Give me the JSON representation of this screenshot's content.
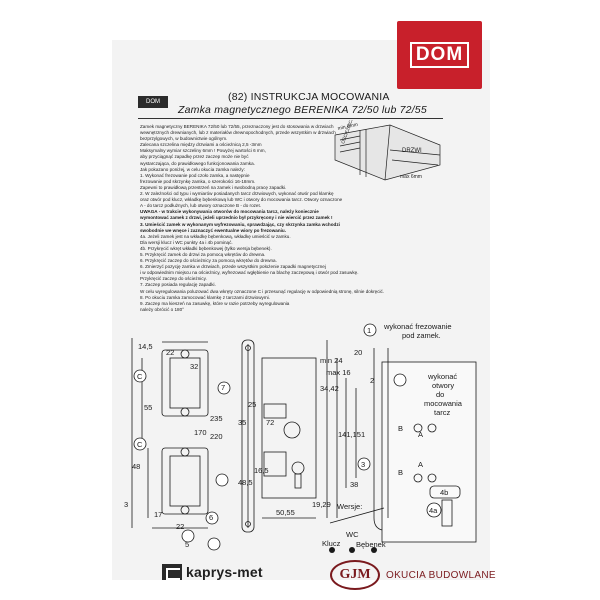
{
  "brand": {
    "logo_text": "DOM",
    "small_logo_text": "DOM"
  },
  "header": {
    "line1": "(82) INSTRUKCJA MOCOWANIA",
    "line2": "Zamka magnetycznego BERENIKA 72/50 lub 72/55"
  },
  "instructions": [
    {
      "text": "Zamek magnetyczny BERENIKA 72/50 lub 72/55, przeznaczony jest do stosowania w drzwiach",
      "bold": false
    },
    {
      "text": "wewnętrznych drewnianych, lub z materiałów drewnopochodnych, przede wszystkim w drzwiach",
      "bold": false
    },
    {
      "text": "bezprzylgowych, w budownictwie ogólnym.",
      "bold": false
    },
    {
      "text": "Zalecana szczelina między drzwiami a ościeżnicą 2,5 -3mm",
      "bold": false
    },
    {
      "text": "Maksymalny wymiar szczeliny 6mm ! Powyżej wartości 6 mm,",
      "bold": false
    },
    {
      "text": "aby przyciągnąć zapadkę przez zaczep może nie być",
      "bold": false
    },
    {
      "text": "wystarczająca, do prawidłowego funkcjonowania zamka.",
      "bold": false
    },
    {
      "text": "Jak pokazano poniżej, w celu okucia zamka należy:",
      "bold": false
    },
    {
      "text": "1. Wykonać frezowanie pod czoło zamka, a następnie",
      "bold": false
    },
    {
      "text": "frezowanie pod skrzynkę zamka, o szerokości 16-18mm.",
      "bold": false
    },
    {
      "text": "Zapewni to prawidłową przestrzeń na zamek i swobodną pracę zapadki.",
      "bold": false
    },
    {
      "text": "2. W zależności od typu i wymiarów posiadanych tarcz drzwiowych, wykonać otwór pod klamkę",
      "bold": false
    },
    {
      "text": "oraz otwór pod klucz, wkładkę bębenkową lub WC i otwory do mocowania tarcz. Otwory oznaczone",
      "bold": false
    },
    {
      "text": "A - do tarcz podłużnych, lub otwory oznaczone B - do rozet.",
      "bold": false
    },
    {
      "text": "UWAGA - w trakcie wykonywania otworów do mocowania tarcz, należy koniecznie",
      "bold": true
    },
    {
      "text": "wymontować zamek z drzwi, jeżeli uprzednio był przykręcony i nie wiercić przez zamek !",
      "bold": true
    },
    {
      "text": "3. Umieścić zamek w wykonanym wyfrezowaniu, sprawdzając, czy skrzynka zamka wchodzi",
      "bold": true
    },
    {
      "text": "swobodnie we wnęce i zaznaczyć ewentualne wiory po frezowaniu.",
      "bold": true
    },
    {
      "text": "4a. Jeżeli zamek jest na wkładkę bębenkową, wkładkę umieścić w zamku.",
      "bold": false
    },
    {
      "text": "Dla wersji klucz i WC punkty 4a i 4b pominąć.",
      "bold": false
    },
    {
      "text": "4b. Przykręcić wkręt wkładki bębenkowej (tylko wersja bębenek).",
      "bold": false
    },
    {
      "text": "5. Przykręcić zamek do drzwi za pomocą wkrętów do drewna.",
      "bold": false
    },
    {
      "text": "6. Przykręcić zaczep do ościeżnicy za pomocą wkrętów do drewna.",
      "bold": false
    },
    {
      "text": "6. Zmierzyć pozycję zamka w drzwiach, przede wszystkim położenie zapadki magnetycznej",
      "bold": false
    },
    {
      "text": "i w odpowiednim miejscu na ościeżnicy, wyfrezować wgłębienie na blachę zaczepową i otwór pod zasuwkę.",
      "bold": false
    },
    {
      "text": "Przykręcić zaczep do ościeżnicy.",
      "bold": false
    },
    {
      "text": "7. Zaczep posiada regulację zapadki.",
      "bold": false
    },
    {
      "text": "W celu wyregulowania poluzować dwa wkręty oznaczone C i przesunąć regulację w odpowiednią stronę, silnie dokręcić.",
      "bold": false
    },
    {
      "text": "8. Po okuciu zamka zamocować klamkę z tarczami drzwiowymi.",
      "bold": false
    },
    {
      "text": "9. Zaczep ma kieszeń na zasuwkę, które w razie potrzeby wyregulowania",
      "bold": false
    },
    {
      "text": "należy obrócić o 180°",
      "bold": false
    }
  ],
  "mini_drawing": {
    "labels": [
      "min 6mm",
      "DRZWI",
      "max 6mm",
      "OŚCIEŻNICA"
    ]
  },
  "drawing": {
    "left_dims": [
      "14,5",
      "22",
      "32",
      "55",
      "170",
      "48",
      "3",
      "17",
      "22",
      "C",
      "C",
      "7"
    ],
    "center_dims": [
      "235",
      "220",
      "72",
      "50,55",
      "35",
      "48,5",
      "25",
      "16,5",
      "19,29",
      "3",
      "1",
      "6",
      "5",
      "4a",
      "4b"
    ],
    "right_dims": [
      "20",
      "min 24",
      "max 16",
      "34,42",
      "141,151",
      "38"
    ],
    "callouts": {
      "c1_label": "wykonać frezowanie",
      "c1_label2": "pod zamek.",
      "c2_label": "wykonać",
      "c2_label2": "otwory",
      "c2_label3": "do",
      "c2_label4": "mocowania",
      "c2_label5": "tarcz",
      "markers": [
        "1",
        "2",
        "3",
        "4a",
        "A",
        "B",
        "A",
        "B",
        "C"
      ],
      "wersje": "Wersje:",
      "klucz": "Klucz",
      "wc": "WC",
      "bebenek": "Bębenek"
    }
  },
  "footer": {
    "left_logo": "kaprys-met",
    "mid_logo": "GJM",
    "right_text": "OKUCIA BUDOWLANE"
  },
  "colors": {
    "brand_red": "#c8202b",
    "gjm_maroon": "#7a1a1e",
    "ink": "#1a1a1a"
  }
}
